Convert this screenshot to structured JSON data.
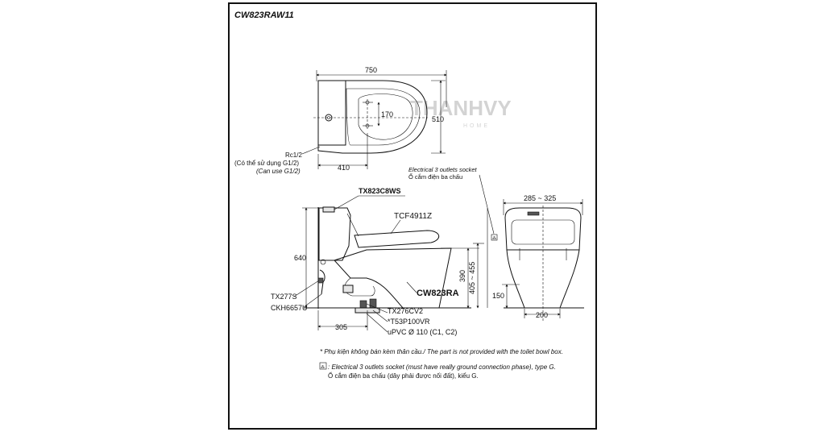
{
  "model_code": "CW823RAW11",
  "top_view": {
    "width": "750",
    "depth": "510",
    "seat_hole_spacing": "170",
    "drain_offset": "410",
    "water_inlet": "Rc1/2",
    "water_inlet_note_vi": "(Có thể sử dụng G1/2)",
    "water_inlet_note_en": "(Can use G1/2)"
  },
  "side_view": {
    "tank_fitting": "TX823C8WS",
    "seat": "TCF4911Z",
    "height_total": "640",
    "bowl": "CW823RA",
    "stop_valve": "TX277S",
    "hose": "CKH6657U",
    "flange": "TX276CV2",
    "adapter": "*T53P100VR",
    "pipe": "uPVC Ø 110 (C1, C2)",
    "rough_in": "305",
    "seat_height": "390",
    "rim_height_range": "405 ~ 455"
  },
  "socket": {
    "label_en": "Electrical 3 outlets socket",
    "label_vi": "Ổ cắm điện ba chấu"
  },
  "front_view": {
    "width_range": "285 ~ 325",
    "inlet_height": "150",
    "base_width": "200"
  },
  "notes": {
    "not_provided": "* Phụ kiện không bán kèm thân cầu./ The part is not provided with the toilet bowl box.",
    "socket_en": ": Electrical 3 outlets socket (must have really ground connection phase), type G.",
    "socket_vi": "Ổ cắm điện ba chấu (dây phải được nối đất), kiểu G."
  },
  "watermark": {
    "brand": "THANHVY",
    "sub": "HOME"
  }
}
